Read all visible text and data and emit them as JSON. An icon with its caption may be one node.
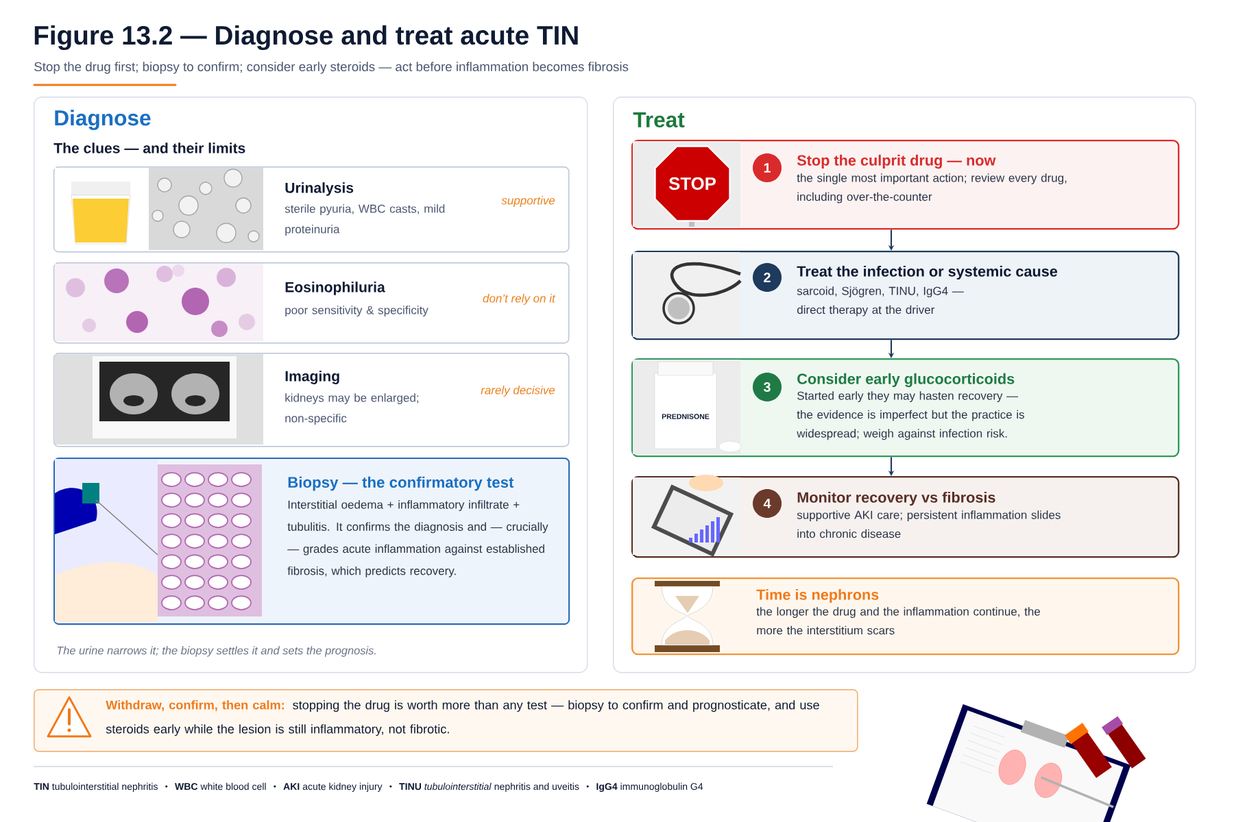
{
  "diagram": {
    "title": "Figure 13.2 — Diagnose and treat acute TIN",
    "nodes": [
      {
        "text": [
          "Diagnose",
          "The clues — and their limits",
          "The urine narrows it; the biopsy settles it and sets the prognosis."
        ]
      },
      {
        "text": [
          "Urinalysis",
          "sterile pyuria, WBC casts, mild proteinuria",
          "supportive"
        ],
        "in": 0
      },
      {
        "text": [
          "Eosinophiluria",
          "poor sensitivity & specificity",
          "don’t rely on it"
        ],
        "in": 0
      },
      {
        "text": [
          "Imaging",
          "kidneys may be enlarged; non-specific",
          "rarely decisive"
        ],
        "in": 0
      },
      {
        "text": [
          "Biopsy — the confirmatory test",
          "Interstitial oedema + inflammatory infiltrate + tubulitis. It confirms the diagnosis and — crucially — grades acute inflammation against established fibrosis, which predicts recovery."
        ],
        "in": 0
      },
      {
        "text": [
          "Treat"
        ]
      },
      {
        "text": [
          "1",
          "Stop the culprit drug — now",
          "the single most important action; review every drug, including over-the-counter"
        ],
        "in": 5
      },
      {
        "text": [
          "2",
          "Treat the infection or systemic cause",
          "sarcoid, Sjögren, TINU, IgG4 — direct therapy at the driver"
        ],
        "in": 5
      },
      {
        "text": [
          "3",
          "Consider early glucocorticoids",
          "Started early they may hasten recovery — the evidence is imperfect but the practice is widespread; weigh against infection risk."
        ],
        "in": 5
      },
      {
        "text": [
          "4",
          "Monitor recovery vs fibrosis",
          "supportive AKI care; persistent inflammation slides into chronic disease"
        ],
        "in": 5
      },
      {
        "text": [
          "Time is nephrons",
          "the longer the drug and the inflammation continue, the more the interstitium scars"
        ],
        "in": 5
      },
      {
        "text": [
          "Withdraw, confirm, then calm:",
          "stopping the drug is worth more than any test — biopsy to confirm and prognosticate, and use steroids early while the lesion is still inflammatory, not fibrotic."
        ]
      }
    ],
    "edges": [
      {
        "from": 6,
        "to": 7,
        "arrow": "to"
      },
      {
        "from": 7,
        "to": 8,
        "arrow": "to"
      },
      {
        "from": 8,
        "to": 9,
        "arrow": "to"
      }
    ],
    "labels": [
      "Stop the drug first; biopsy to confirm; consider early steroids — act before inflammation becomes fibrosis",
      "STOP",
      "PREDNISONE",
      "**TIN** tubulointerstitial nephritis",
      "**WBC** white blood cell",
      "**AKI** acute kidney injury",
      "**TINU** *tubulointerstitial* nephritis and uveitis",
      "**IgG4** immunoglobulin G4"
    ]
  }
}
